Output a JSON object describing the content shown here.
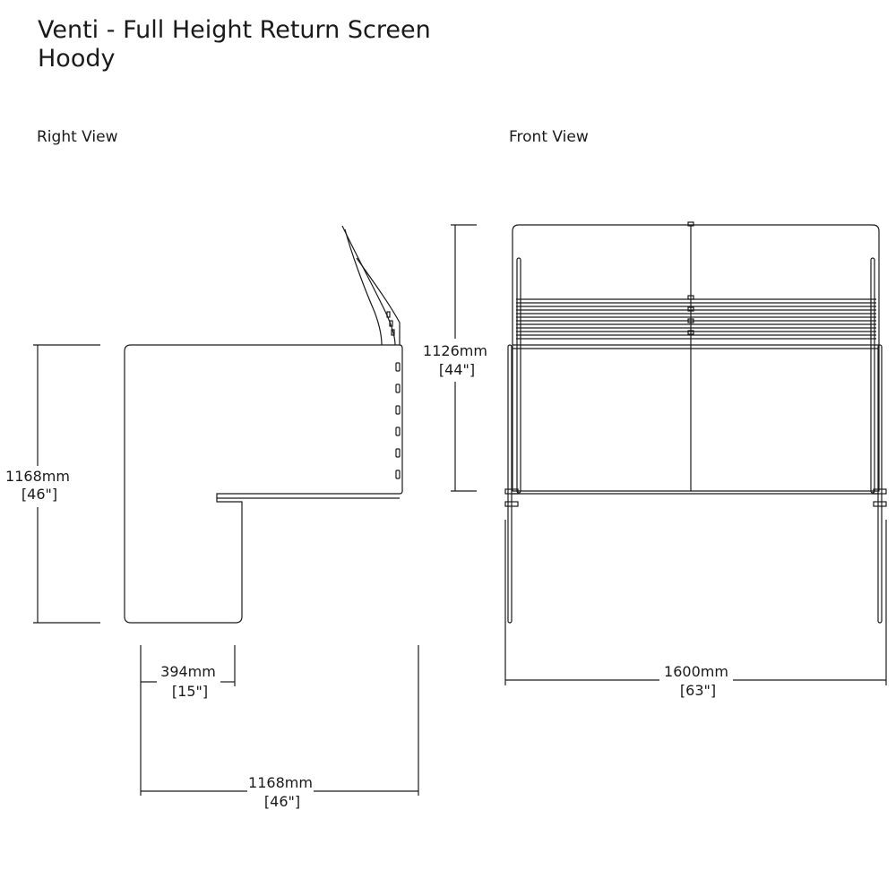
{
  "title": {
    "line1": "Venti - Full Height Return Screen",
    "line2": "Hoody"
  },
  "views": {
    "right": {
      "label": "Right View"
    },
    "front": {
      "label": "Front View"
    }
  },
  "dimensions": {
    "right_height": {
      "mm": "1168mm",
      "in": "[46\"]"
    },
    "right_short_width": {
      "mm": "394mm",
      "in": "[15\"]"
    },
    "right_total_width": {
      "mm": "1168mm",
      "in": "[46\"]"
    },
    "front_height": {
      "mm": "1126mm",
      "in": "[44\"]"
    },
    "front_width": {
      "mm": "1600mm",
      "in": "[63\"]"
    }
  }
}
